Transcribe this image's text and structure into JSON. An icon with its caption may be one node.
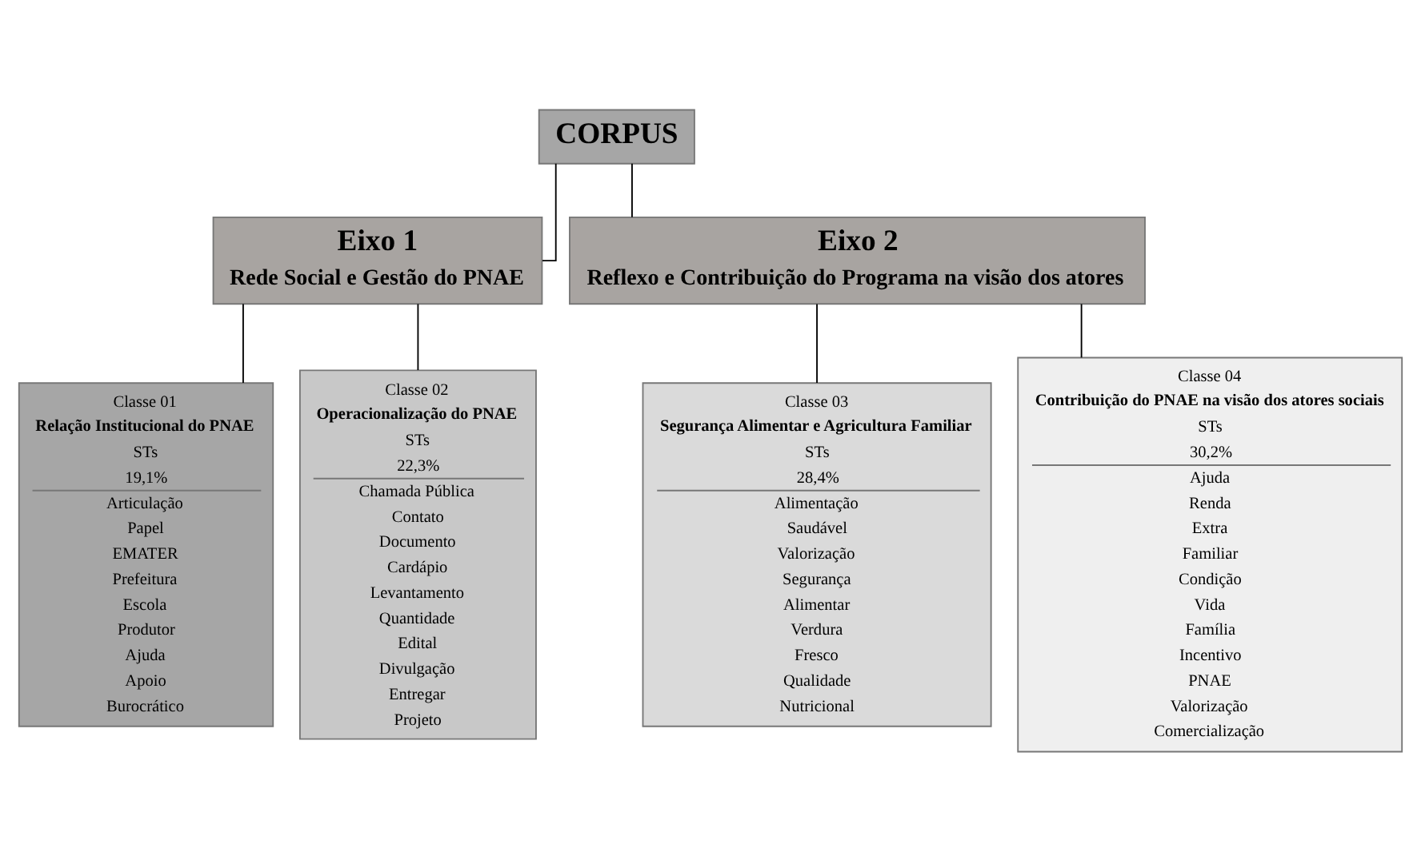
{
  "diagram": {
    "nodes": [
      {
        "text": [
          "CORPUS"
        ]
      },
      {
        "text": [
          "Eixo 1",
          "Rede Social e Gestão do PNAE"
        ]
      },
      {
        "text": [
          "Eixo 2",
          "Reflexo e Contribuição do Programa na visão dos atores"
        ]
      },
      {
        "text": [
          "Classe 01",
          "Relação Institucional do PNAE",
          "STs",
          "19,1%",
          "Articulação",
          "Papel",
          "EMATER",
          "Prefeitura",
          "Escola",
          "Produtor",
          "Ajuda",
          "Apoio",
          "Burocrático"
        ]
      },
      {
        "text": [
          "Classe 02",
          "Operacionalização do PNAE",
          "STs",
          "22,3%",
          "Chamada Pública",
          "Contato",
          "Documento",
          "Cardápio",
          "Levantamento",
          "Quantidade",
          "Edital",
          "Divulgação",
          "Entregar",
          "Projeto"
        ]
      },
      {
        "text": [
          "Classe 03",
          "Segurança Alimentar e Agricultura Familiar",
          "STs",
          "28,4%",
          "Alimentação",
          "Saudável",
          "Valorização",
          "Segurança",
          "Alimentar",
          "Verdura",
          "Fresco",
          "Qualidade",
          "Nutricional"
        ]
      },
      {
        "text": [
          "Classe 04",
          "Contribuição do PNAE na visão dos atores sociais",
          "STs",
          "30,2%",
          "Ajuda",
          "Renda",
          "Extra",
          "Familiar",
          "Condição",
          "Vida",
          "Família",
          "Incentivo",
          "PNAE",
          "Valorização",
          "Comercialização"
        ]
      }
    ],
    "edges": [
      {
        "from": 0,
        "to": 1,
        "arrow": "none"
      },
      {
        "from": 0,
        "to": 2,
        "arrow": "none"
      },
      {
        "from": 1,
        "to": 3,
        "arrow": "none"
      },
      {
        "from": 1,
        "to": 4,
        "arrow": "none"
      },
      {
        "from": 2,
        "to": 5,
        "arrow": "none"
      },
      {
        "from": 2,
        "to": 6,
        "arrow": "none"
      }
    ]
  }
}
